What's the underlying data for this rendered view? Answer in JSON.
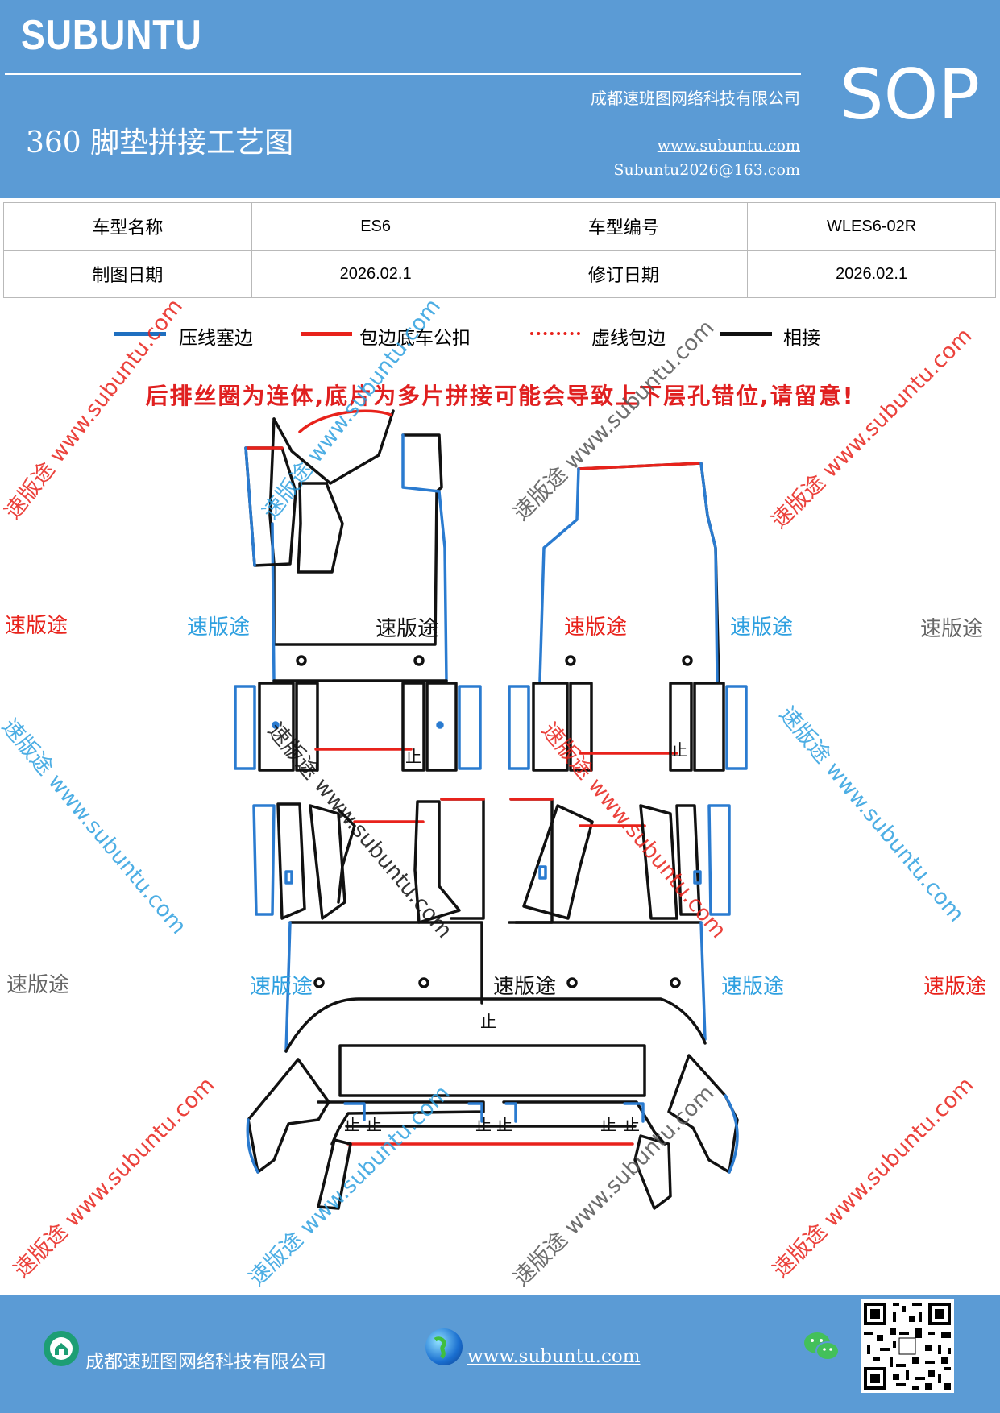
{
  "header": {
    "brand": "SUBUNTU",
    "company": "成都速班图网络科技有限公司",
    "title": "360 脚垫拼接工艺图",
    "website": "www.subuntu.com",
    "email": "Subuntu2026@163.com",
    "badge": "SOP"
  },
  "info_table": {
    "rows": [
      {
        "label1": "车型名称",
        "value1": "ES6",
        "label2": "车型编号",
        "value2": "WLES6-02R"
      },
      {
        "label1": "制图日期",
        "value1": "2026.02.1",
        "label2": "修订日期",
        "value2": "2026.02.1"
      }
    ]
  },
  "legend": [
    {
      "label": "压线塞边",
      "color": "#1f6fc0",
      "style": "solid"
    },
    {
      "label": "包边底车公扣",
      "color": "#e8221b",
      "style": "solid"
    },
    {
      "label": "虚线包边",
      "color": "#e8221b",
      "style": "dotted"
    },
    {
      "label": "相接",
      "color": "#000000",
      "style": "solid"
    }
  ],
  "warning": "后排丝圈为连体,底片为多片拼接可能会导致上下层孔错位,请留意!",
  "diagram": {
    "stop_mark": "止",
    "colors": {
      "blue": "#2a7bd0",
      "red": "#e8221b",
      "black": "#111111"
    }
  },
  "watermarks": {
    "brand": "速版途",
    "site": "www.subuntu.com",
    "colors": {
      "red": "#e8221b",
      "blue": "#2fa0e0",
      "gray": "#666666",
      "black": "#111111"
    }
  },
  "footer": {
    "company": "成都速班图网络科技有限公司",
    "website": "www.subuntu.com"
  }
}
